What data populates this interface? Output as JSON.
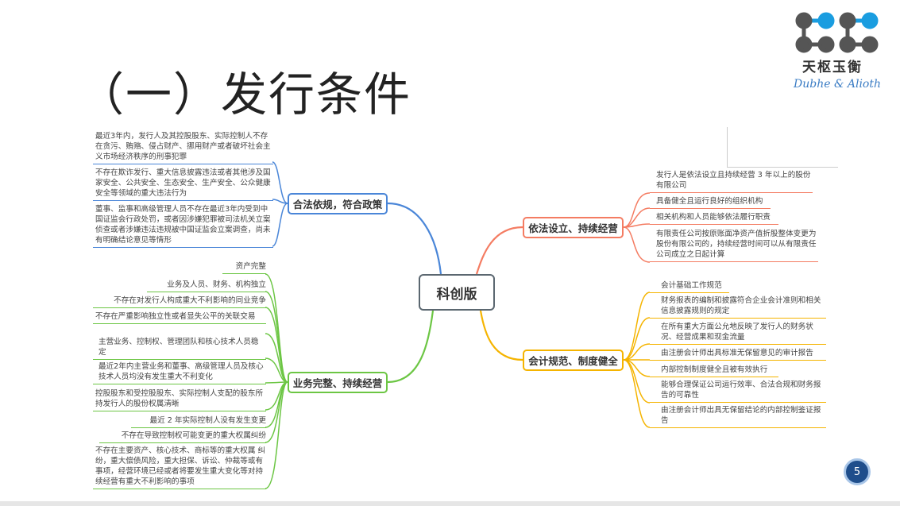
{
  "title": "（一）发行条件",
  "logo": {
    "cn": "天枢玉衡",
    "en": "Dubhe & Alioth"
  },
  "center": "科创版",
  "branches": {
    "legal": {
      "label": "合法依规，符合政策",
      "color": "#4a86d8",
      "items": [
        "最近3年内，发行人及其控股股东、实际控制人不存在贪污、贿赂、侵占财产、挪用财产或者破坏社会主义市场经济秩序的刑事犯罪",
        "不存在欺诈发行、重大信息披露违法或者其他涉及国家安全、公共安全、生态安全、生产安全、公众健康安全等领域的重大违法行为",
        "董事、监事和高级管理人员不存在最近3年内受到中国证监会行政处罚，或者因涉嫌犯罪被司法机关立案侦查或者涉嫌违法违规被中国证监会立案调查，尚未有明确结论意见等情形"
      ]
    },
    "business": {
      "label": "业务完整、持续经营",
      "color": "#6cc644",
      "items": [
        "资产完整",
        "业务及人员、财务、机构独立",
        "不存在对发行人构成重大不利影响的同业竞争",
        "不存在严重影响独立性或者显失公平的关联交易",
        "主营业务、控制权、管理团队和核心技术人员稳定",
        "最近2年内主营业务和董事、高级管理人员及核心技术人员均没有发生重大不利变化",
        "控股股东和受控股股东、实际控制人支配的股东所持发行人的股份权属清晰",
        "最近 2 年实际控制人没有发生变更",
        "不存在导致控制权可能变更的重大权属纠纷",
        "不存在主要资产、核心技术、商标等的重大权属 纠纷，重大偿债风险，重大担保、诉讼、仲裁等或有事项，经营环境已经或者将要发生重大变化等对持续经营有重大不利影响的事项"
      ]
    },
    "established": {
      "label": "依法设立、持续经营",
      "color": "#f47c62",
      "items": [
        "发行人是依法设立且持续经营 3 年以上的股份有限公司",
        "具备健全且运行良好的组织机构",
        "相关机构和人员能够依法履行职责",
        "有限责任公司按原账面净资产值折股整体变更为股份有限公司的，持续经营时间可以从有限责任公司成立之日起计算"
      ]
    },
    "accounting": {
      "label": "会计规范、制度健全",
      "color": "#f5b400",
      "items": [
        "会计基础工作规范",
        "财务报表的编制和披露符合企业会计准则和相关信息披露规则的规定",
        "在所有重大方面公允地反映了发行人的财务状况、经营成果和现金流量",
        "由注册会计师出具标准无保留意见的审计报告",
        "内部控制制度健全且被有效执行",
        "能够合理保证公司运行效率、合法合规和财务报告的可靠性",
        "由注册会计师出具无保留结论的内部控制鉴证报告"
      ]
    }
  },
  "page_number": "5"
}
